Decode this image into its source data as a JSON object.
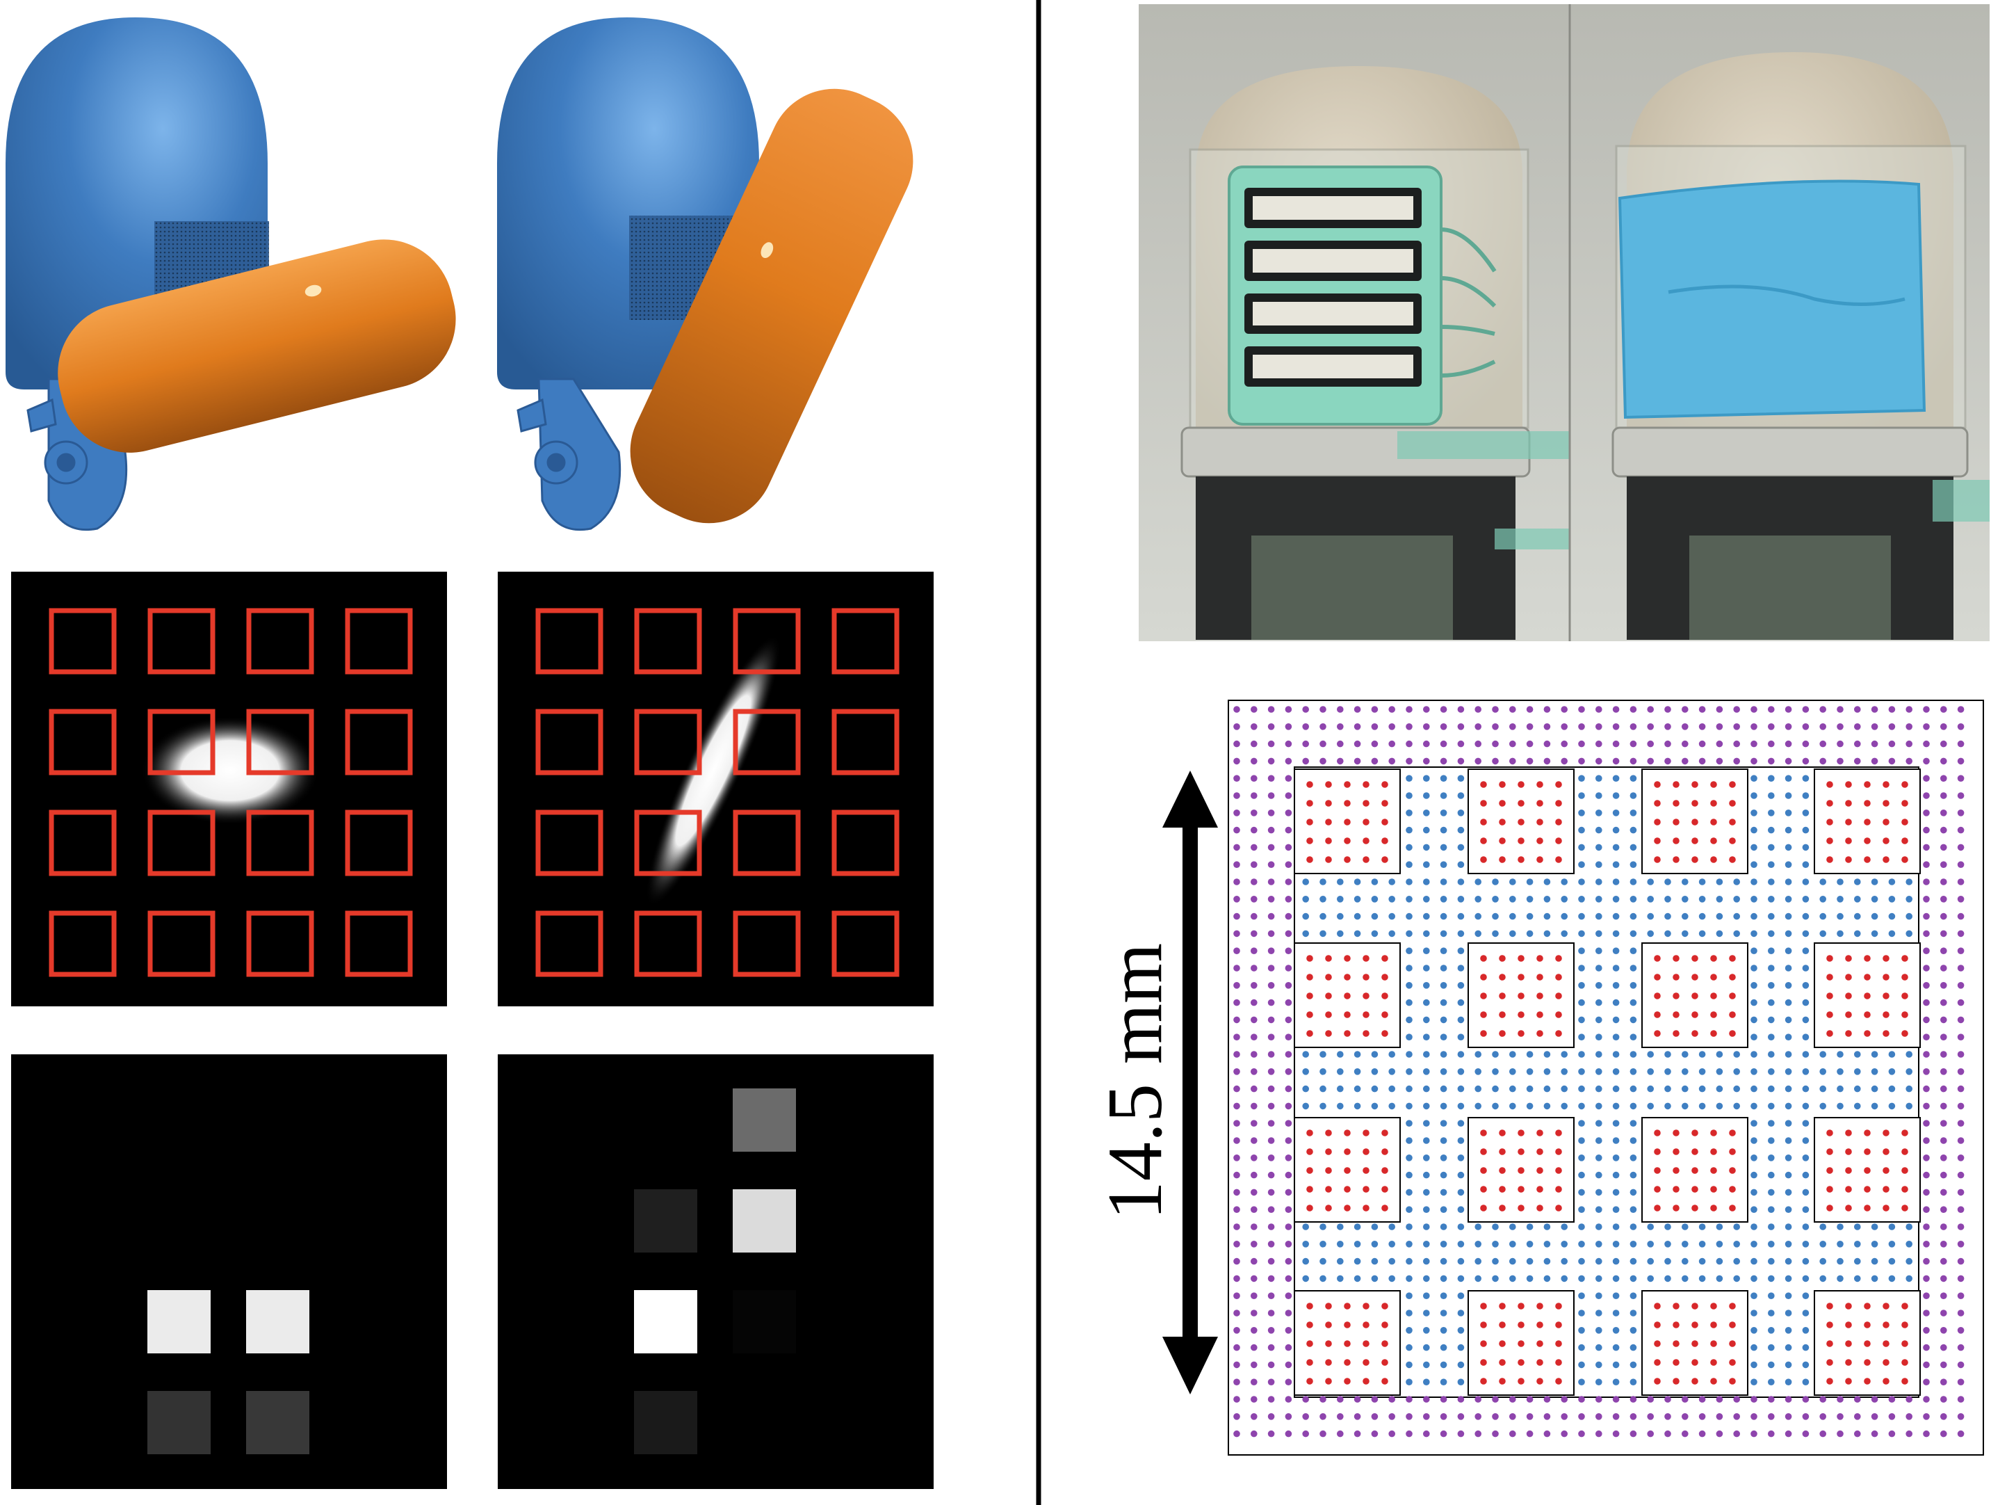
{
  "dimension_label": {
    "text": "14.5 mm"
  },
  "sim_views": [
    {
      "name": "contact-horizontal",
      "contact_ellipse_angle_deg": 0
    },
    {
      "name": "contact-diagonal",
      "contact_ellipse_angle_deg": -65
    }
  ],
  "taxel_grid": {
    "rows": 4,
    "cols": 4
  },
  "taxel_intensity_maps": [
    {
      "name": "horizontal",
      "cells": [
        [
          0,
          0,
          0,
          0
        ],
        [
          0,
          0,
          0,
          0
        ],
        [
          0,
          0.92,
          0.92,
          0
        ],
        [
          0,
          0.2,
          0.22,
          0
        ]
      ]
    },
    {
      "name": "diagonal",
      "cells": [
        [
          0,
          0,
          0.42,
          0
        ],
        [
          0,
          0.12,
          0.86,
          0
        ],
        [
          0,
          1.0,
          0.02,
          0
        ],
        [
          0,
          0.1,
          0,
          0
        ]
      ]
    }
  ],
  "photo_panels": [
    {
      "name": "exposed-electrode-sensor",
      "cover": "electrodes"
    },
    {
      "name": "tape-covered-sensor",
      "cover": "blue-tape"
    }
  ],
  "electrode_layout": {
    "pad_rows": 4,
    "pad_cols": 4,
    "dots_per_pad_side": 5
  },
  "colors": {
    "finger_blue": "#3e7bc0",
    "object_orange": "#e07b1d",
    "taxel_box_red": "#e53a2a",
    "dot_purple": "#8e44ad",
    "dot_blue": "#3f7fc2",
    "dot_red": "#d8282a",
    "tape_blue": "#5bb6df",
    "flex_green": "#8ad6bf"
  }
}
